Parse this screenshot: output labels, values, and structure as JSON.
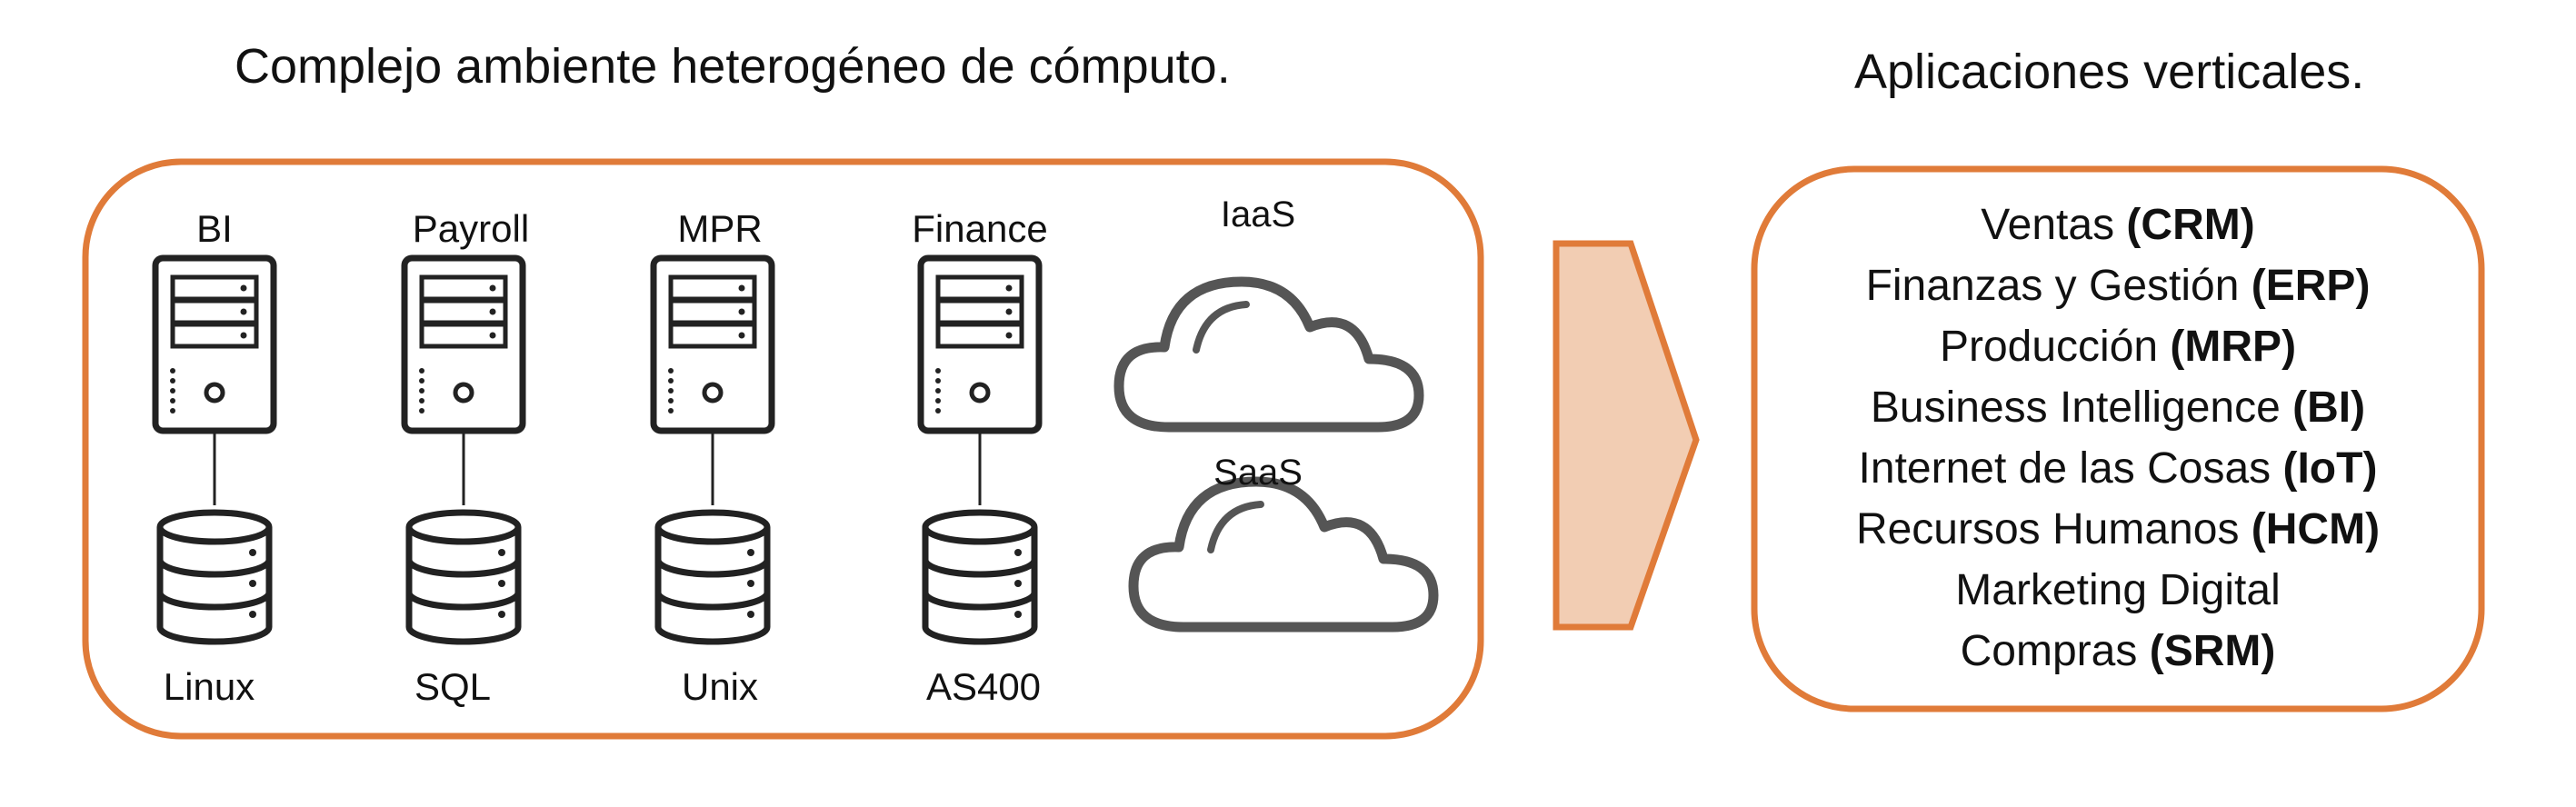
{
  "left_title": "Complejo ambiente heterogéneo de cómputo.",
  "right_title": "Aplicaciones verticales.",
  "systems": [
    {
      "label": "BI",
      "os": "Linux"
    },
    {
      "label": "Payroll",
      "os": "SQL"
    },
    {
      "label": "MPR",
      "os": "Unix"
    },
    {
      "label": "Finance",
      "os": "AS400"
    }
  ],
  "clouds": [
    {
      "label": "IaaS"
    },
    {
      "label": "SaaS"
    }
  ],
  "applications": [
    {
      "name": "Ventas",
      "code": "(CRM)"
    },
    {
      "name": "Finanzas y Gestión",
      "code": "(ERP)"
    },
    {
      "name": "Producción",
      "code": "(MRP)"
    },
    {
      "name": "Business Intelligence",
      "code": "(BI)"
    },
    {
      "name": "Internet de las Cosas",
      "code": "(IoT)"
    },
    {
      "name": "Recursos Humanos",
      "code": "(HCM)"
    },
    {
      "name": "Marketing Digital",
      "code": ""
    },
    {
      "name": "Compras",
      "code": "(SRM)"
    }
  ],
  "colors": {
    "border": "#E07B39",
    "arrow_fill": "#F2CDB3",
    "icon_stroke": "#222222",
    "cloud_stroke": "#555555"
  }
}
